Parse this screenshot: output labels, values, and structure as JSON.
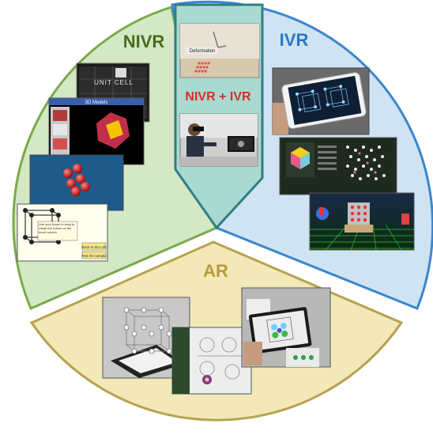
{
  "sectors": {
    "nivr": {
      "label": "NIVR",
      "color": "#4a6b1f",
      "fill": "#d4e8c6",
      "stroke": "#7aaa4a"
    },
    "ivr": {
      "label": "IVR",
      "color": "#2a78c8",
      "fill": "#cfe3f3",
      "stroke": "#3b86cc"
    },
    "overlap": {
      "label": "NIVR + IVR",
      "color": "#d92b2b",
      "fill": "#a9d9d0",
      "stroke": "#2e7f86"
    },
    "ar": {
      "label": "AR",
      "color": "#b89a3a",
      "fill": "#f3e8b8",
      "stroke": "#b8a24e"
    }
  },
  "screenshots": {
    "unit_cell_text": "UNIT CELL",
    "model_window_text": "3D Models",
    "deformation_text": "Deformation",
    "instruction_text": "Use your finger to drag to rotate the holder on the touch screen",
    "back_button": "Back to the Lab",
    "test_button": "Test the sample"
  }
}
